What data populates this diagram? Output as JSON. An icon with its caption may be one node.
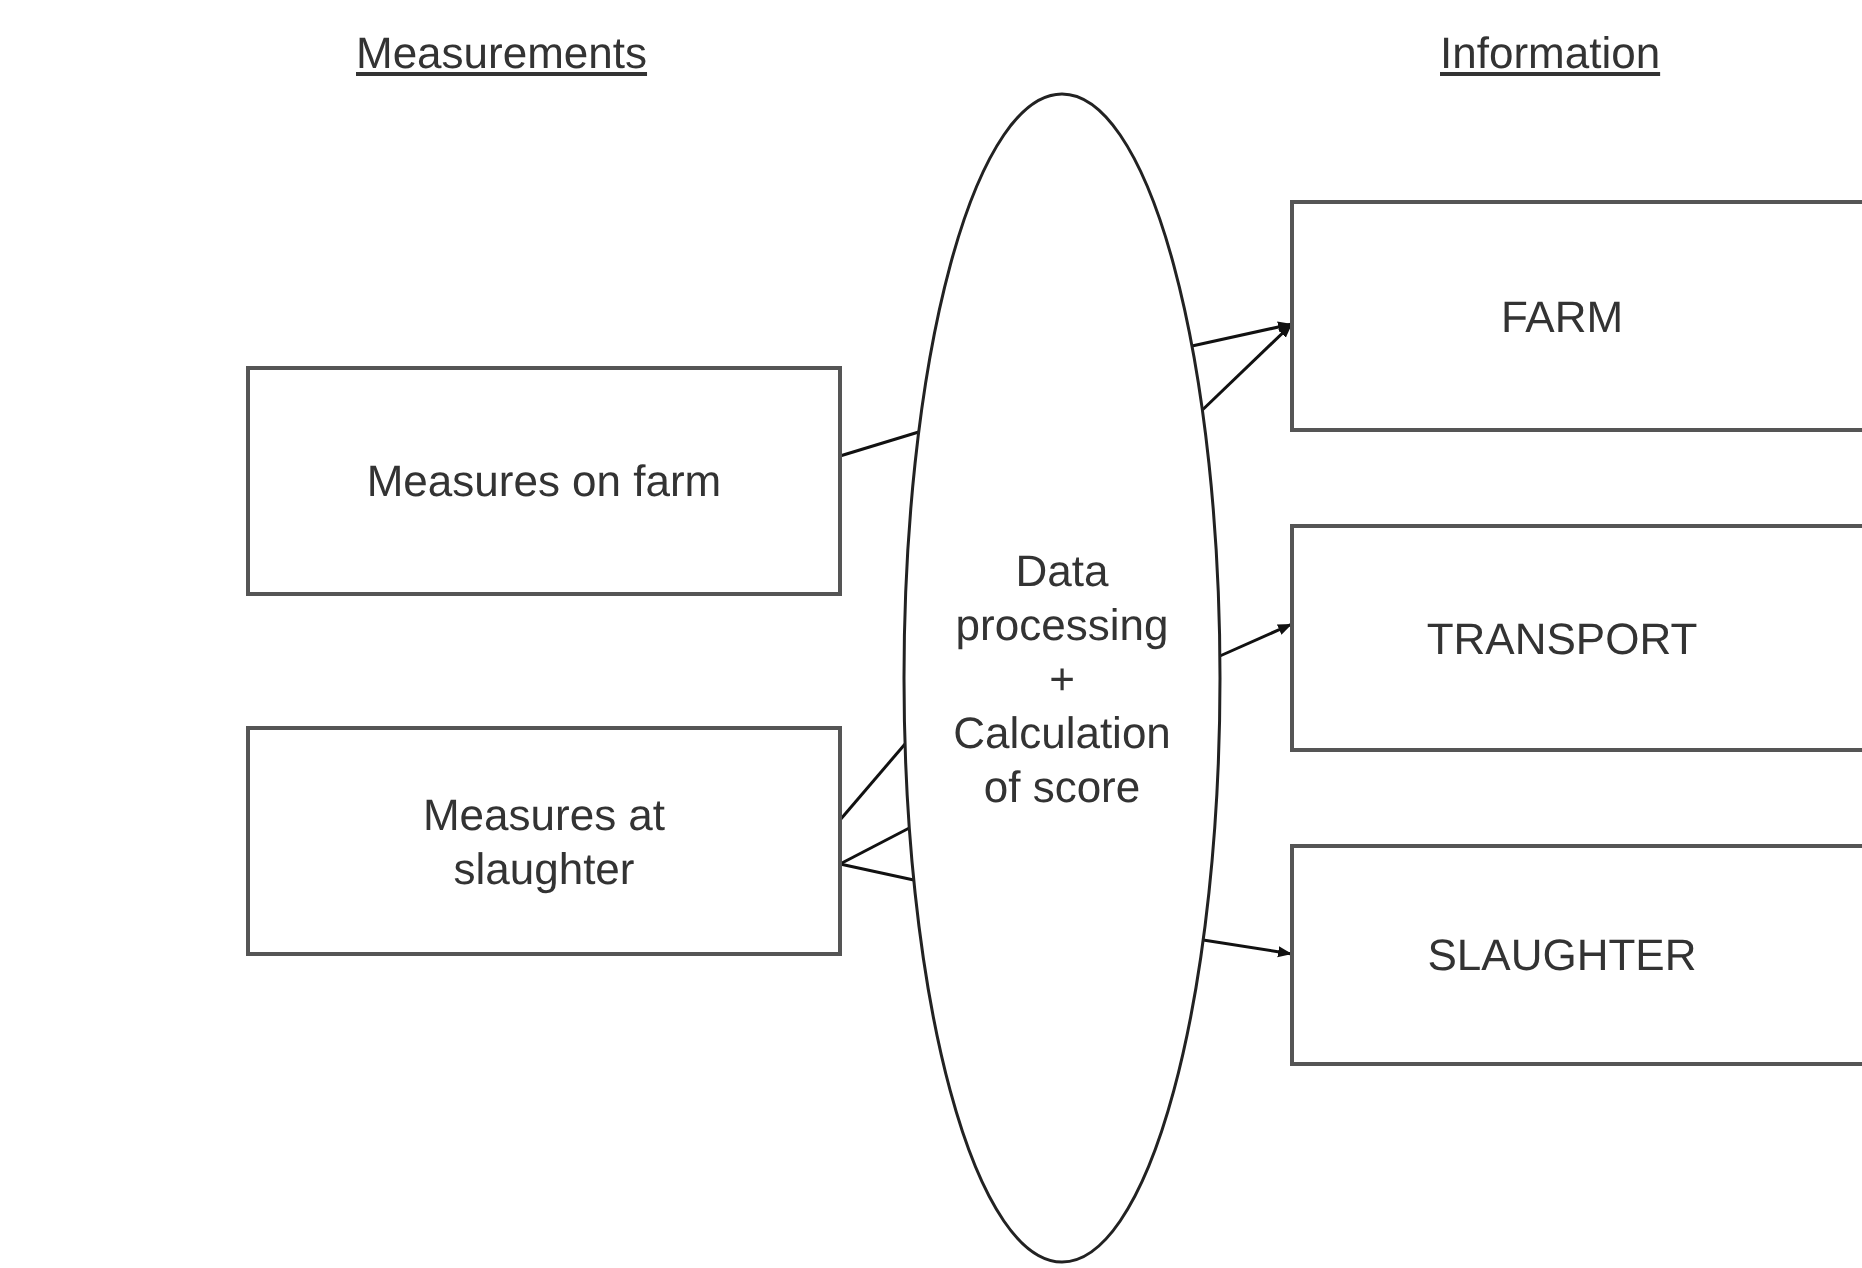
{
  "diagram": {
    "nodes": [
      {
        "text": [
          "Measures on farm"
        ]
      },
      {
        "text": [
          "Measures at slaughter"
        ]
      },
      {
        "text": [
          "Data processing + Calculation of score"
        ]
      },
      {
        "text": [
          "FARM"
        ]
      },
      {
        "text": [
          "TRANSPORT"
        ]
      },
      {
        "text": [
          "SLAUGHTER"
        ]
      }
    ],
    "edges": [
      {
        "from": 0,
        "to": 2,
        "arrow": "none"
      },
      {
        "from": 1,
        "to": 2,
        "arrow": "none"
      },
      {
        "from": 1,
        "to": 2,
        "arrow": "none"
      },
      {
        "from": 1,
        "to": 2,
        "arrow": "none"
      },
      {
        "from": 2,
        "to": 3,
        "arrow": "to"
      },
      {
        "from": 2,
        "to": 3,
        "arrow": "to"
      },
      {
        "from": 2,
        "to": 4,
        "arrow": "to"
      },
      {
        "from": 2,
        "to": 5,
        "arrow": "to"
      }
    ],
    "labels": [
      "Measurements",
      "Information"
    ]
  }
}
